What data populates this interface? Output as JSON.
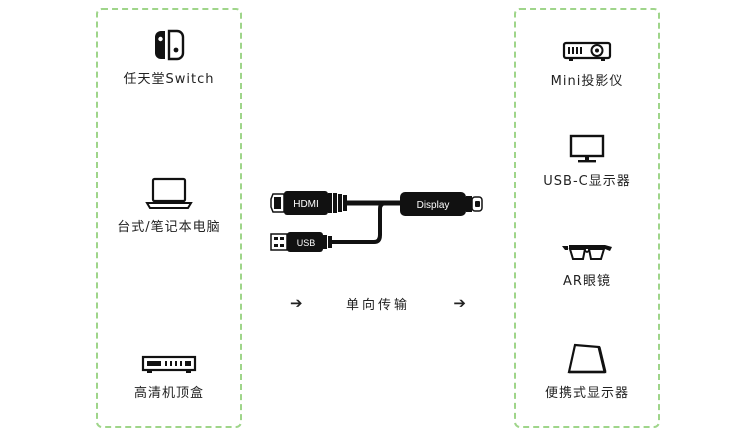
{
  "colors": {
    "panel_border": "#9fd58a",
    "cable": "#111111",
    "text": "#222222"
  },
  "inputs": {
    "switch": {
      "label": "任天堂Switch",
      "icon": "switch-console-icon"
    },
    "laptop": {
      "label": "台式/笔记本电脑",
      "icon": "laptop-icon"
    },
    "settop": {
      "label": "高清机顶盒",
      "icon": "set-top-box-icon"
    }
  },
  "outputs": {
    "projector": {
      "label": "Mini投影仪",
      "icon": "projector-icon"
    },
    "monitor": {
      "label": "USB-C显示器",
      "icon": "monitor-icon"
    },
    "ar": {
      "label": "AR眼镜",
      "icon": "ar-glasses-icon"
    },
    "portable": {
      "label": "便携式显示器",
      "icon": "portable-display-icon"
    }
  },
  "cable": {
    "hdmi_label": "HDMI",
    "usb_label": "USB",
    "display_label": "Display"
  },
  "flow": {
    "left_arrow": "➔",
    "text": "单向传输",
    "right_arrow": "➔"
  }
}
